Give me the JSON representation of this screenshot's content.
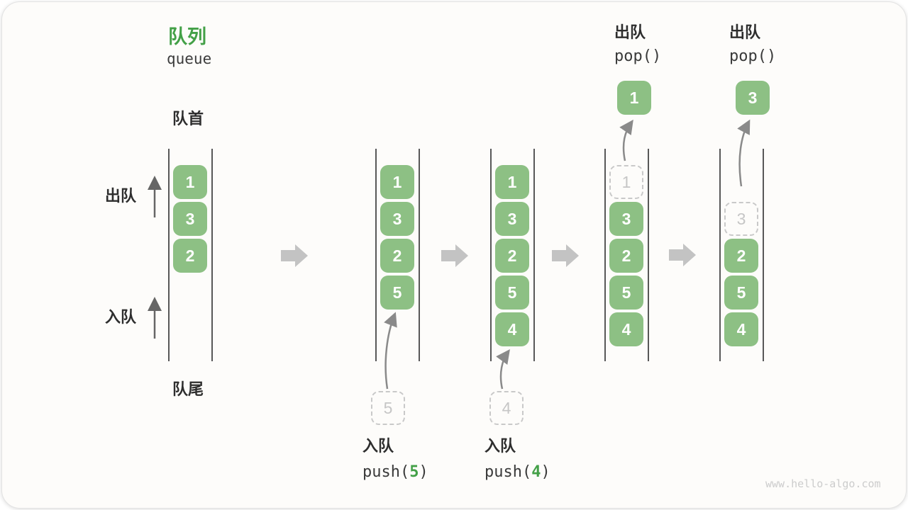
{
  "title": {
    "zh": "队列",
    "en": "queue"
  },
  "side_labels": {
    "front": "队首",
    "rear": "队尾",
    "dequeue": "出队",
    "enqueue": "入队"
  },
  "colors": {
    "box_green": "#8dc084",
    "accent_green": "#43a047",
    "ghost_gray": "#c9c9c9",
    "step_arrow_gray": "#c3c3c3",
    "thin_arrow_gray": "#8a8a8a"
  },
  "states": [
    {
      "cells": [
        "1",
        "3",
        "2"
      ]
    },
    {
      "cells": [
        "1",
        "3",
        "2",
        "5"
      ],
      "ghost": "5",
      "action": "入队",
      "code": {
        "pre": "push(",
        "arg": "5",
        "post": ")"
      }
    },
    {
      "cells": [
        "1",
        "3",
        "2",
        "5",
        "4"
      ],
      "ghost": "4",
      "action": "入队",
      "code": {
        "pre": "push(",
        "arg": "4",
        "post": ")"
      }
    },
    {
      "ghost": "1",
      "cells": [
        "3",
        "2",
        "5",
        "4"
      ],
      "popped": "1",
      "action": "出队",
      "code_full": "pop()"
    },
    {
      "ghost": "3",
      "cells": [
        "2",
        "5",
        "4"
      ],
      "popped": "3",
      "action": "出队",
      "code_full": "pop()"
    }
  ],
  "watermark": "www.hello-algo.com"
}
